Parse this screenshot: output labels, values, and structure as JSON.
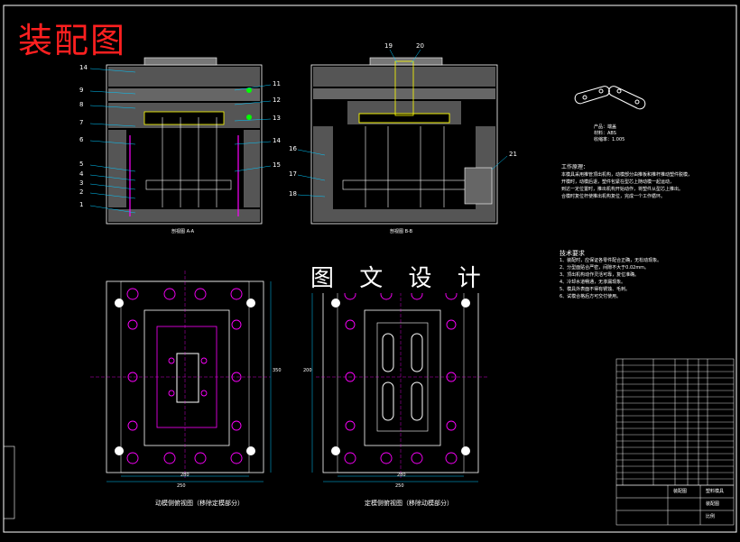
{
  "title": "装配图",
  "watermark": "图 文 设 计",
  "product": {
    "name": "产品：端盖",
    "material": "材料：ABS",
    "shrinkage": "收缩率：1.005"
  },
  "work_principle": {
    "heading": "工作原理：",
    "lines": [
      "本模具采用推管顶出机构，动模部分由推板和推杆推动塑件脱模，",
      "开模时，动模后退，塑件包紧在型芯上随动模一起运动，",
      "到达一定位置时，推出机构开始动作，将塑件从型芯上推出。",
      "合模时复位杆使推出机构复位，完成一个工作循环。"
    ]
  },
  "tech_requirements": {
    "heading": "技术要求",
    "lines": [
      "1、装配时，应保证各零件配合正确，无松动现象。",
      "2、分型面贴合严密，间隙不大于0.02mm。",
      "3、顶出机构动作灵活可靠，复位准确。",
      "4、冷却水道畅通，无渗漏现象。",
      "5、模具外表面不得有锈蚀、毛刺。",
      "6、试模合格后方可交付使用。"
    ]
  },
  "view_labels": {
    "front_section": "剖视图 A-A",
    "side_section": "剖视图 B-B",
    "plan_moving": "动模侧俯视图（移除定模部分）",
    "plan_fixed": "定模侧俯视图（移除动模部分）"
  },
  "left_part_numbers": [
    "14",
    "9",
    "8",
    "7",
    "6",
    "5",
    "4",
    "3",
    "2",
    "1"
  ],
  "mid_part_numbers": [
    "11",
    "12",
    "13",
    "14",
    "15"
  ],
  "right_part_numbers": [
    "16",
    "17",
    "18"
  ],
  "top_part_numbers": [
    "19",
    "20"
  ],
  "callout_21": "21",
  "dimensions": {
    "width_250": "250",
    "width_280": "280",
    "height_350": "350",
    "height_200": "200"
  },
  "title_block": {
    "drawing_name": "装配图",
    "company": "塑料模具",
    "scale": "比例",
    "sheet": "装配图"
  },
  "colors": {
    "outline": "#ffffff",
    "magenta": "#ff00ff",
    "yellow": "#ffff00",
    "cyan": "#00c8ff",
    "green": "#00ff00",
    "red": "#ff2020"
  }
}
